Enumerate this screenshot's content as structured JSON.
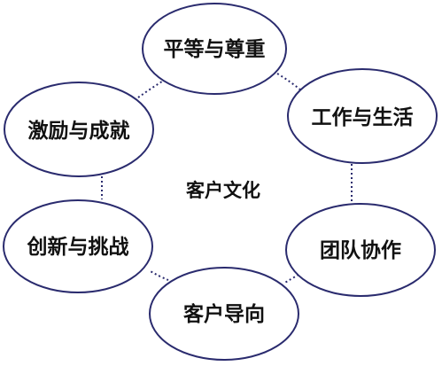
{
  "diagram": {
    "center": "客户文化",
    "nodes": [
      {
        "id": "equality",
        "label": "平等与尊重"
      },
      {
        "id": "worklife",
        "label": "工作与生活"
      },
      {
        "id": "team",
        "label": "团队协作"
      },
      {
        "id": "customer",
        "label": "客户导向"
      },
      {
        "id": "innovation",
        "label": "创新与挑战"
      },
      {
        "id": "incentive",
        "label": "激励与成就"
      }
    ],
    "colors": {
      "ellipse_stroke": "#2a2b6e",
      "ellipse_fill": "#ffffff",
      "connector": "#2a2b6e",
      "text": "#111111"
    }
  }
}
